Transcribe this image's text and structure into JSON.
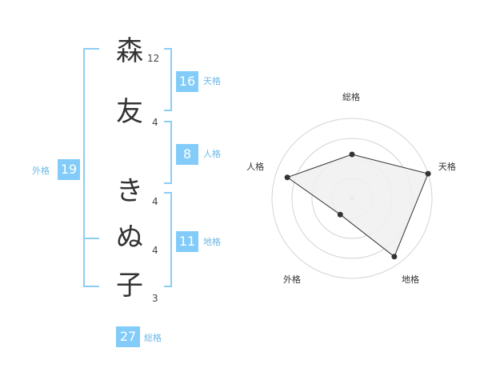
{
  "name": {
    "chars": [
      {
        "char": "森",
        "strokes": "12"
      },
      {
        "char": "友",
        "strokes": "4"
      },
      {
        "char": "き",
        "strokes": "4"
      },
      {
        "char": "ぬ",
        "strokes": "4"
      },
      {
        "char": "子",
        "strokes": "3"
      }
    ]
  },
  "fortunes": {
    "tenkaku": {
      "value": "16",
      "label": "天格"
    },
    "jinkaku": {
      "value": "8",
      "label": "人格"
    },
    "chikaku": {
      "value": "11",
      "label": "地格"
    },
    "gaikaku": {
      "value": "19",
      "label": "外格"
    },
    "soukaku": {
      "value": "27",
      "label": "総格"
    }
  },
  "colors": {
    "accent": "#83ccfa",
    "accent_text": "#6ab8e6",
    "bracket": "#8ccdf5",
    "radar_fill": "#f0f0f0",
    "radar_line": "#333333",
    "grid": "#d4d4d4"
  },
  "chart_data": {
    "type": "radar",
    "axes": [
      "総格",
      "天格",
      "地格",
      "外格",
      "人格"
    ],
    "values": [
      0.55,
      1.0,
      0.9,
      0.25,
      0.85
    ],
    "rings": 4,
    "max": 1.0
  }
}
